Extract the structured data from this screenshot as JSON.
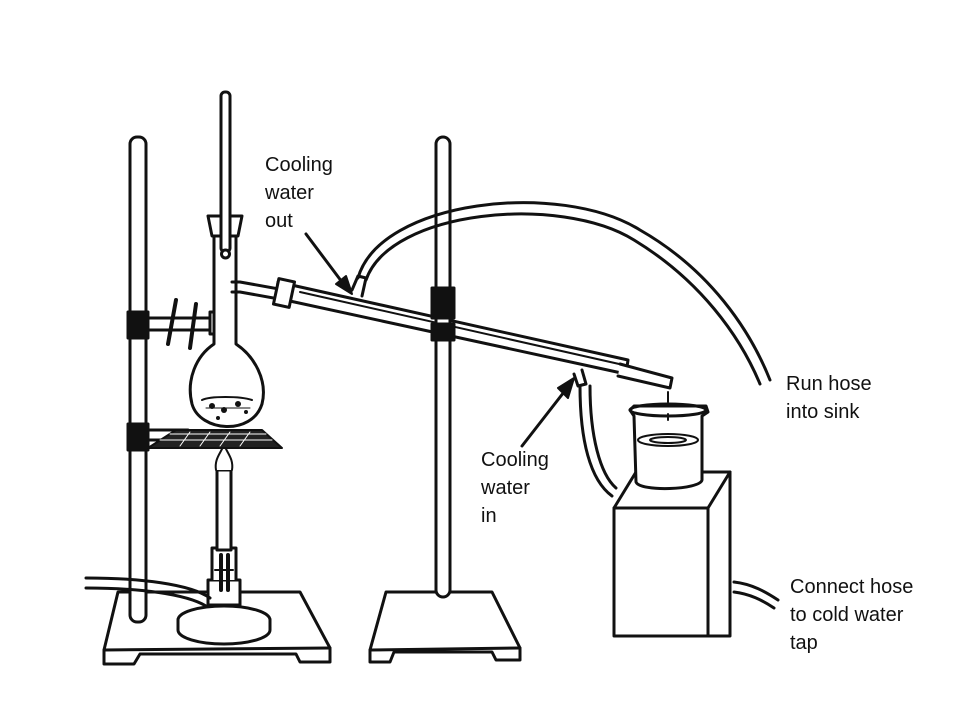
{
  "labels": {
    "cooling_out": [
      "Cooling",
      "water",
      "out"
    ],
    "cooling_in": [
      "Cooling",
      "water",
      "in"
    ],
    "run_hose": [
      "Run hose",
      "into sink"
    ],
    "connect_hose": [
      "Connect hose",
      "to cold water",
      "tap"
    ]
  },
  "colors": {
    "ink": "#111111",
    "paper": "#ffffff"
  }
}
